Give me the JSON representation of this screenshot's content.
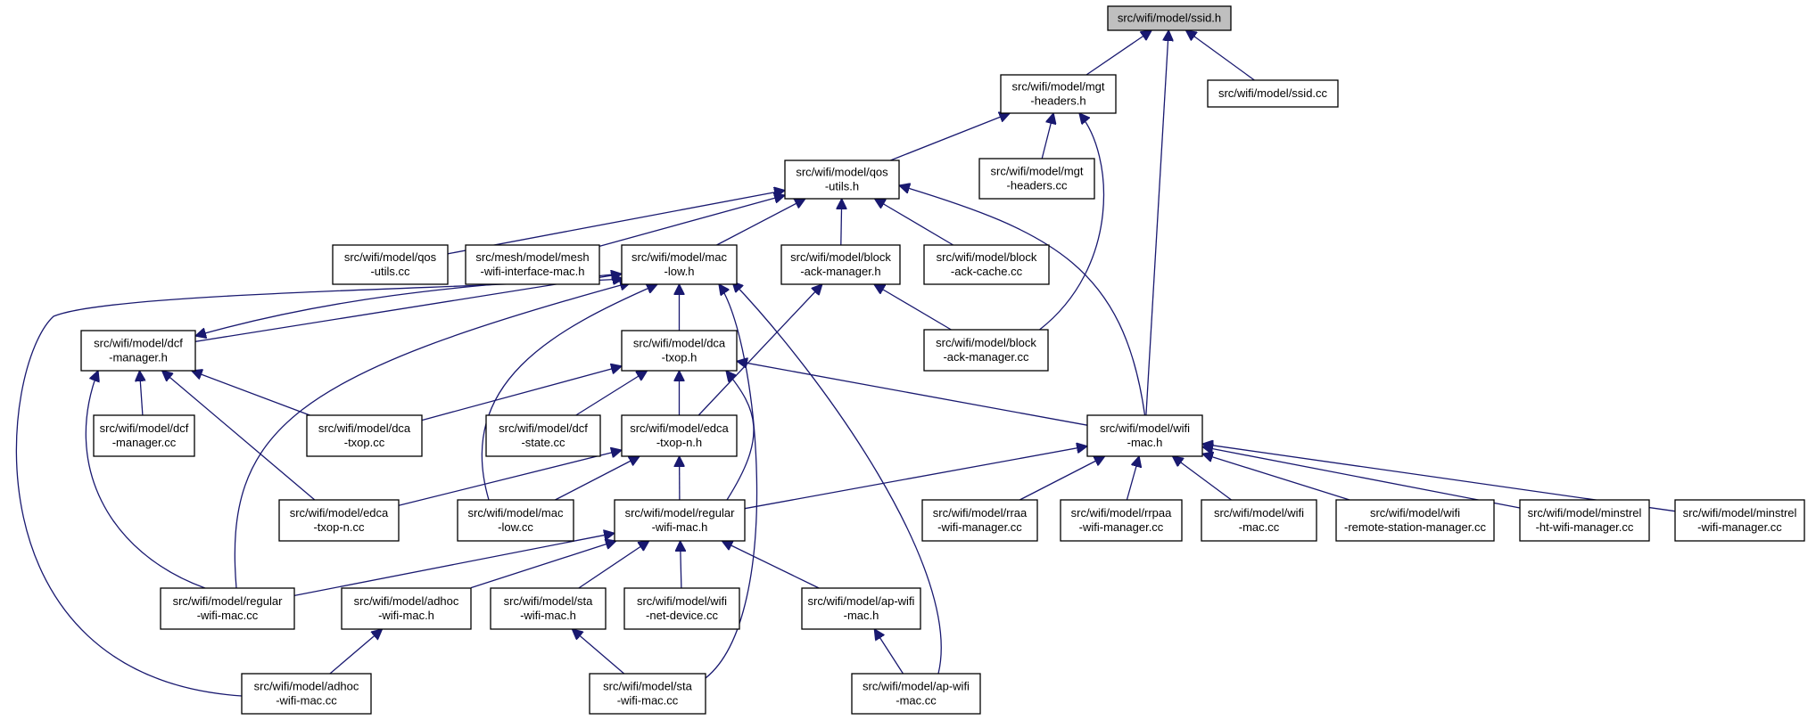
{
  "title": "",
  "colors": {
    "edge": "#191970",
    "root_fill": "#bfbfbf",
    "node_fill": "#ffffff",
    "border": "#000000"
  },
  "nodes": [
    {
      "id": "ssid_h",
      "lines": [
        "src/wifi/model/ssid.h"
      ],
      "root": true
    },
    {
      "id": "mgt_headers_h",
      "lines": [
        "src/wifi/model/mgt",
        "-headers.h"
      ]
    },
    {
      "id": "ssid_cc",
      "lines": [
        "src/wifi/model/ssid.cc"
      ]
    },
    {
      "id": "qos_utils_h",
      "lines": [
        "src/wifi/model/qos",
        "-utils.h"
      ]
    },
    {
      "id": "mgt_headers_cc",
      "lines": [
        "src/wifi/model/mgt",
        "-headers.cc"
      ]
    },
    {
      "id": "qos_utils_cc",
      "lines": [
        "src/wifi/model/qos",
        "-utils.cc"
      ]
    },
    {
      "id": "mesh_wifi_interface_mac_h",
      "lines": [
        "src/mesh/model/mesh",
        "-wifi-interface-mac.h"
      ]
    },
    {
      "id": "mac_low_h",
      "lines": [
        "src/wifi/model/mac",
        "-low.h"
      ]
    },
    {
      "id": "block_ack_manager_h",
      "lines": [
        "src/wifi/model/block",
        "-ack-manager.h"
      ]
    },
    {
      "id": "block_ack_cache_cc",
      "lines": [
        "src/wifi/model/block",
        "-ack-cache.cc"
      ]
    },
    {
      "id": "dcf_manager_h",
      "lines": [
        "src/wifi/model/dcf",
        "-manager.h"
      ]
    },
    {
      "id": "dca_txop_h",
      "lines": [
        "src/wifi/model/dca",
        "-txop.h"
      ]
    },
    {
      "id": "block_ack_manager_cc",
      "lines": [
        "src/wifi/model/block",
        "-ack-manager.cc"
      ]
    },
    {
      "id": "dcf_manager_cc",
      "lines": [
        "src/wifi/model/dcf",
        "-manager.cc"
      ]
    },
    {
      "id": "dca_txop_cc",
      "lines": [
        "src/wifi/model/dca",
        "-txop.cc"
      ]
    },
    {
      "id": "dcf_state_cc",
      "lines": [
        "src/wifi/model/dcf",
        "-state.cc"
      ]
    },
    {
      "id": "edca_txop_n_h",
      "lines": [
        "src/wifi/model/edca",
        "-txop-n.h"
      ]
    },
    {
      "id": "wifi_mac_h",
      "lines": [
        "src/wifi/model/wifi",
        "-mac.h"
      ]
    },
    {
      "id": "edca_txop_n_cc",
      "lines": [
        "src/wifi/model/edca",
        "-txop-n.cc"
      ]
    },
    {
      "id": "mac_low_cc",
      "lines": [
        "src/wifi/model/mac",
        "-low.cc"
      ]
    },
    {
      "id": "regular_wifi_mac_h",
      "lines": [
        "src/wifi/model/regular",
        "-wifi-mac.h"
      ]
    },
    {
      "id": "rraa_wifi_manager_cc",
      "lines": [
        "src/wifi/model/rraa",
        "-wifi-manager.cc"
      ]
    },
    {
      "id": "rrpaa_wifi_manager_cc",
      "lines": [
        "src/wifi/model/rrpaa",
        "-wifi-manager.cc"
      ]
    },
    {
      "id": "wifi_mac_cc",
      "lines": [
        "src/wifi/model/wifi",
        "-mac.cc"
      ]
    },
    {
      "id": "wifi_remote_station_manager_cc",
      "lines": [
        "src/wifi/model/wifi",
        "-remote-station-manager.cc"
      ]
    },
    {
      "id": "minstrel_ht_wifi_manager_cc",
      "lines": [
        "src/wifi/model/minstrel",
        "-ht-wifi-manager.cc"
      ]
    },
    {
      "id": "minstrel_wifi_manager_cc",
      "lines": [
        "src/wifi/model/minstrel",
        "-wifi-manager.cc"
      ]
    },
    {
      "id": "regular_wifi_mac_cc",
      "lines": [
        "src/wifi/model/regular",
        "-wifi-mac.cc"
      ]
    },
    {
      "id": "adhoc_wifi_mac_h",
      "lines": [
        "src/wifi/model/adhoc",
        "-wifi-mac.h"
      ]
    },
    {
      "id": "sta_wifi_mac_h",
      "lines": [
        "src/wifi/model/sta",
        "-wifi-mac.h"
      ]
    },
    {
      "id": "wifi_net_device_cc",
      "lines": [
        "src/wifi/model/wifi",
        "-net-device.cc"
      ]
    },
    {
      "id": "ap_wifi_mac_h",
      "lines": [
        "src/wifi/model/ap-wifi",
        "-mac.h"
      ]
    },
    {
      "id": "adhoc_wifi_mac_cc",
      "lines": [
        "src/wifi/model/adhoc",
        "-wifi-mac.cc"
      ]
    },
    {
      "id": "sta_wifi_mac_cc",
      "lines": [
        "src/wifi/model/sta",
        "-wifi-mac.cc"
      ]
    },
    {
      "id": "ap_wifi_mac_cc",
      "lines": [
        "src/wifi/model/ap-wifi",
        "-mac.cc"
      ]
    }
  ],
  "edges": [
    {
      "from": "mgt_headers_h",
      "to": "ssid_h"
    },
    {
      "from": "ssid_cc",
      "to": "ssid_h"
    },
    {
      "from": "wifi_mac_h",
      "to": "ssid_h"
    },
    {
      "from": "qos_utils_h",
      "to": "mgt_headers_h"
    },
    {
      "from": "mgt_headers_cc",
      "to": "mgt_headers_h"
    },
    {
      "from": "block_ack_manager_cc",
      "to": "mgt_headers_h"
    },
    {
      "from": "qos_utils_cc",
      "to": "qos_utils_h"
    },
    {
      "from": "mesh_wifi_interface_mac_h",
      "to": "qos_utils_h"
    },
    {
      "from": "mac_low_h",
      "to": "qos_utils_h"
    },
    {
      "from": "block_ack_manager_h",
      "to": "qos_utils_h"
    },
    {
      "from": "block_ack_cache_cc",
      "to": "qos_utils_h"
    },
    {
      "from": "wifi_mac_h",
      "to": "qos_utils_h"
    },
    {
      "from": "dcf_manager_h",
      "to": "mac_low_h"
    },
    {
      "from": "dca_txop_h",
      "to": "mac_low_h"
    },
    {
      "from": "mac_low_cc",
      "to": "mac_low_h"
    },
    {
      "from": "regular_wifi_mac_cc",
      "to": "mac_low_h"
    },
    {
      "from": "adhoc_wifi_mac_cc",
      "to": "mac_low_h"
    },
    {
      "from": "sta_wifi_mac_cc",
      "to": "mac_low_h"
    },
    {
      "from": "ap_wifi_mac_cc",
      "to": "mac_low_h"
    },
    {
      "from": "edca_txop_n_h",
      "to": "block_ack_manager_h"
    },
    {
      "from": "block_ack_manager_cc",
      "to": "block_ack_manager_h"
    },
    {
      "from": "dcf_manager_cc",
      "to": "dcf_manager_h"
    },
    {
      "from": "dca_txop_cc",
      "to": "dcf_manager_h"
    },
    {
      "from": "edca_txop_n_cc",
      "to": "dcf_manager_h"
    },
    {
      "from": "regular_wifi_mac_cc",
      "to": "dcf_manager_h"
    },
    {
      "from": "dca_txop_cc",
      "to": "dca_txop_h"
    },
    {
      "from": "dcf_state_cc",
      "to": "dca_txop_h"
    },
    {
      "from": "edca_txop_n_h",
      "to": "dca_txop_h"
    },
    {
      "from": "wifi_mac_h",
      "to": "dca_txop_h"
    },
    {
      "from": "regular_wifi_mac_h",
      "to": "dca_txop_h"
    },
    {
      "from": "edca_txop_n_cc",
      "to": "edca_txop_n_h"
    },
    {
      "from": "mac_low_cc",
      "to": "edca_txop_n_h"
    },
    {
      "from": "regular_wifi_mac_h",
      "to": "edca_txop_n_h"
    },
    {
      "from": "regular_wifi_mac_h",
      "to": "wifi_mac_h"
    },
    {
      "from": "rraa_wifi_manager_cc",
      "to": "wifi_mac_h"
    },
    {
      "from": "rrpaa_wifi_manager_cc",
      "to": "wifi_mac_h"
    },
    {
      "from": "wifi_mac_cc",
      "to": "wifi_mac_h"
    },
    {
      "from": "wifi_remote_station_manager_cc",
      "to": "wifi_mac_h"
    },
    {
      "from": "minstrel_ht_wifi_manager_cc",
      "to": "wifi_mac_h"
    },
    {
      "from": "minstrel_wifi_manager_cc",
      "to": "wifi_mac_h"
    },
    {
      "from": "regular_wifi_mac_cc",
      "to": "regular_wifi_mac_h"
    },
    {
      "from": "adhoc_wifi_mac_h",
      "to": "regular_wifi_mac_h"
    },
    {
      "from": "sta_wifi_mac_h",
      "to": "regular_wifi_mac_h"
    },
    {
      "from": "wifi_net_device_cc",
      "to": "regular_wifi_mac_h"
    },
    {
      "from": "ap_wifi_mac_h",
      "to": "regular_wifi_mac_h"
    },
    {
      "from": "adhoc_wifi_mac_cc",
      "to": "adhoc_wifi_mac_h"
    },
    {
      "from": "sta_wifi_mac_cc",
      "to": "sta_wifi_mac_h"
    },
    {
      "from": "ap_wifi_mac_cc",
      "to": "ap_wifi_mac_h"
    },
    {
      "from": "mac_low_h",
      "to": "dcf_manager_h"
    }
  ]
}
